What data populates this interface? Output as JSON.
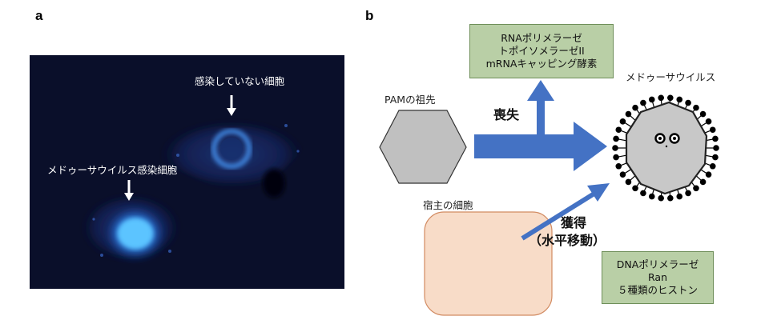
{
  "panel_a": {
    "letter": "a",
    "uninfected_label": "感染していない細胞",
    "infected_label": "メドゥーサウイルス感染細胞"
  },
  "panel_b": {
    "letter": "b",
    "ancestor_label": "PAMの祖先",
    "virus_label": "メドゥーサウイルス",
    "host_label": "宿主の細胞",
    "loss_label": "喪失",
    "gain_label": "獲得",
    "hgt_label": "（水平移動）",
    "lost_genes": [
      "RNAポリメラーゼ",
      "トポイソメラーゼII",
      "mRNAキャッピング酵素"
    ],
    "gained_genes": [
      "DNAポリメラーゼ",
      "Ran",
      "５種類のヒストン"
    ]
  },
  "colors": {
    "arrow": "#4472c4",
    "gene_box": "#b9cfa6",
    "host_cell": "#f8dcc8",
    "hexagon": "#c0c0c0",
    "micro_bg": "#0a0f2a"
  }
}
